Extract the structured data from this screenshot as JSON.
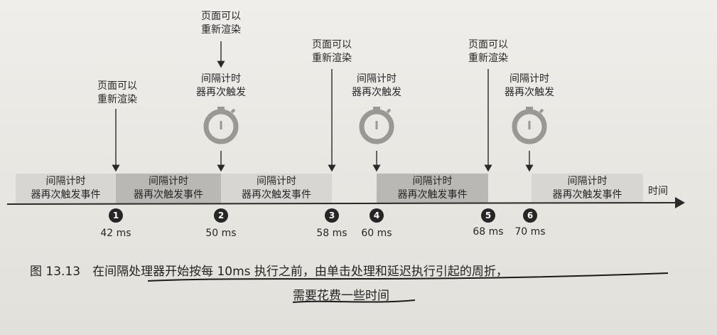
{
  "interval_event_label": [
    "间隔计时",
    "器再次触发事件"
  ],
  "blocks": [
    {
      "shade": "light",
      "lines": [
        "间隔计时",
        "器再次触发事件"
      ]
    },
    {
      "shade": "dark",
      "lines": [
        "间隔计时",
        "器再次触发事件"
      ]
    },
    {
      "shade": "light",
      "lines": [
        "间隔计时",
        "器再次触发事件"
      ]
    },
    {
      "shade": "dark",
      "lines": [
        "间隔计时",
        "器再次触发事件"
      ]
    },
    {
      "shade": "light",
      "lines": [
        "间隔计时",
        "器再次触发事件"
      ]
    }
  ],
  "rerender_label": [
    "页面可以",
    "重新渲染"
  ],
  "timer_fire_label": [
    "间隔计时",
    "器再次触发"
  ],
  "axis_label": "时间",
  "markers": [
    {
      "num": "1",
      "time": "42 ms"
    },
    {
      "num": "2",
      "time": "50 ms"
    },
    {
      "num": "3",
      "time": "58 ms"
    },
    {
      "num": "4",
      "time": "60 ms"
    },
    {
      "num": "5",
      "time": "68 ms"
    },
    {
      "num": "6",
      "time": "70 ms"
    }
  ],
  "caption": {
    "line1": "图 13.13　在间隔处理器开始按每 10ms 执行之前，由单击处理和延迟执行引起的周折，",
    "line2": "需要花费一些时间"
  },
  "colors": {
    "light_block": "#d8d6d2",
    "dark_block": "#bab8b4",
    "ink": "#262626"
  }
}
